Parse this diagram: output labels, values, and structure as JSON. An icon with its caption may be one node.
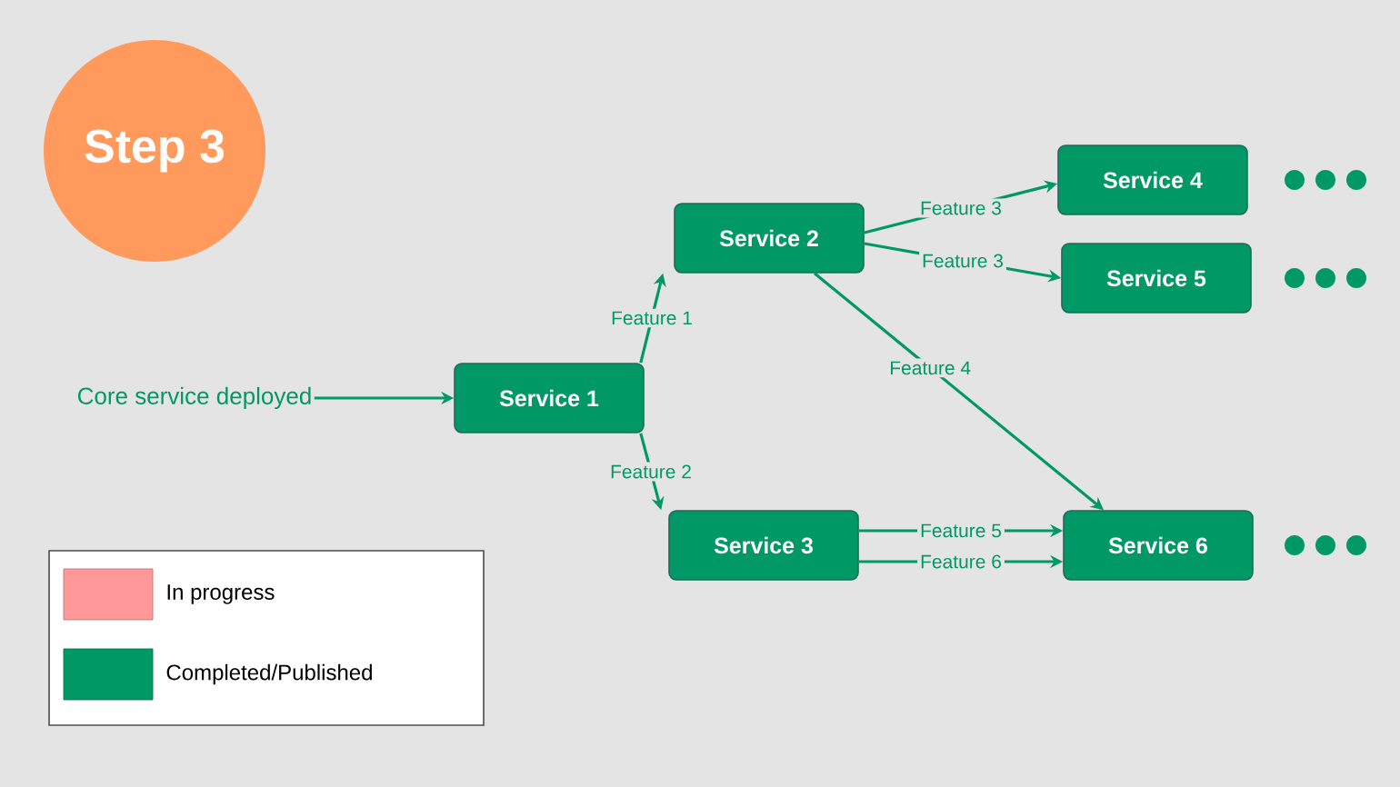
{
  "diagram": {
    "nodes": [
      {
        "text": [
          "Step 3"
        ]
      },
      {
        "text": [
          "Core service deployed"
        ]
      },
      {
        "text": [
          "Service 1"
        ]
      },
      {
        "text": [
          "Service 2"
        ]
      },
      {
        "text": [
          "Service 3"
        ]
      },
      {
        "text": [
          "Service 4"
        ]
      },
      {
        "text": [
          "Service 5"
        ]
      },
      {
        "text": [
          "Service 6"
        ]
      }
    ],
    "edges": [
      {
        "from": 1,
        "to": 2,
        "arrow": "to"
      },
      {
        "from": 2,
        "to": 3,
        "label": "Feature 1",
        "arrow": "to"
      },
      {
        "from": 2,
        "to": 4,
        "label": "Feature 2",
        "arrow": "to"
      },
      {
        "from": 3,
        "to": 5,
        "label": "Feature 3",
        "arrow": "to"
      },
      {
        "from": 3,
        "to": 6,
        "label": "Feature 3",
        "arrow": "to"
      },
      {
        "from": 3,
        "to": 7,
        "label": "Feature 4",
        "arrow": "to"
      },
      {
        "from": 4,
        "to": 7,
        "label": "Feature 5",
        "arrow": "to"
      },
      {
        "from": 4,
        "to": 7,
        "label": "Feature 6",
        "arrow": "to"
      }
    ],
    "legend": [
      {
        "text": "In progress",
        "color": "#ff9999"
      },
      {
        "text": "Completed/Published",
        "color": "#009966"
      }
    ]
  }
}
